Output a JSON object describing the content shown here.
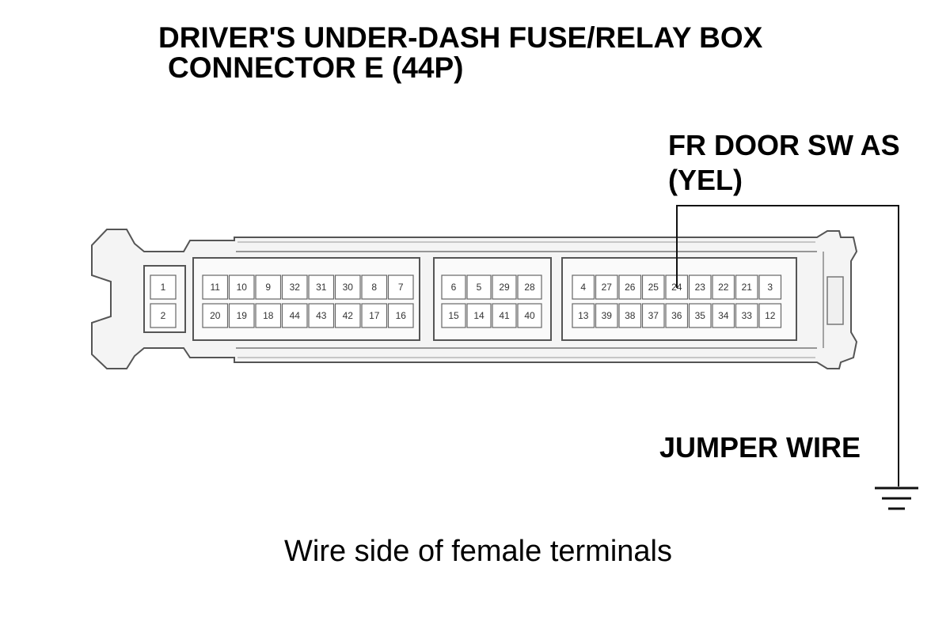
{
  "title": {
    "line1": "DRIVER'S UNDER-DASH FUSE/RELAY BOX",
    "line2": "CONNECTOR E (44P)"
  },
  "labels": {
    "wire": "FR DOOR SW AS",
    "color": "(YEL)",
    "jumper": "JUMPER WIRE"
  },
  "caption": "Wire side of female terminals",
  "connector": {
    "groups": [
      {
        "top": [
          "1"
        ],
        "bottom": [
          "2"
        ]
      },
      {
        "top": [
          "11",
          "10",
          "9",
          "32",
          "31",
          "30",
          "8",
          "7"
        ],
        "bottom": [
          "20",
          "19",
          "18",
          "44",
          "43",
          "42",
          "17",
          "16"
        ]
      },
      {
        "top": [
          "6",
          "5",
          "29",
          "28"
        ],
        "bottom": [
          "15",
          "14",
          "41",
          "40"
        ]
      },
      {
        "top": [
          "4",
          "27",
          "26",
          "25",
          "24",
          "23",
          "22",
          "21",
          "3"
        ],
        "bottom": [
          "13",
          "39",
          "38",
          "37",
          "36",
          "35",
          "34",
          "33",
          "12"
        ]
      }
    ],
    "probe_terminal": "24"
  }
}
